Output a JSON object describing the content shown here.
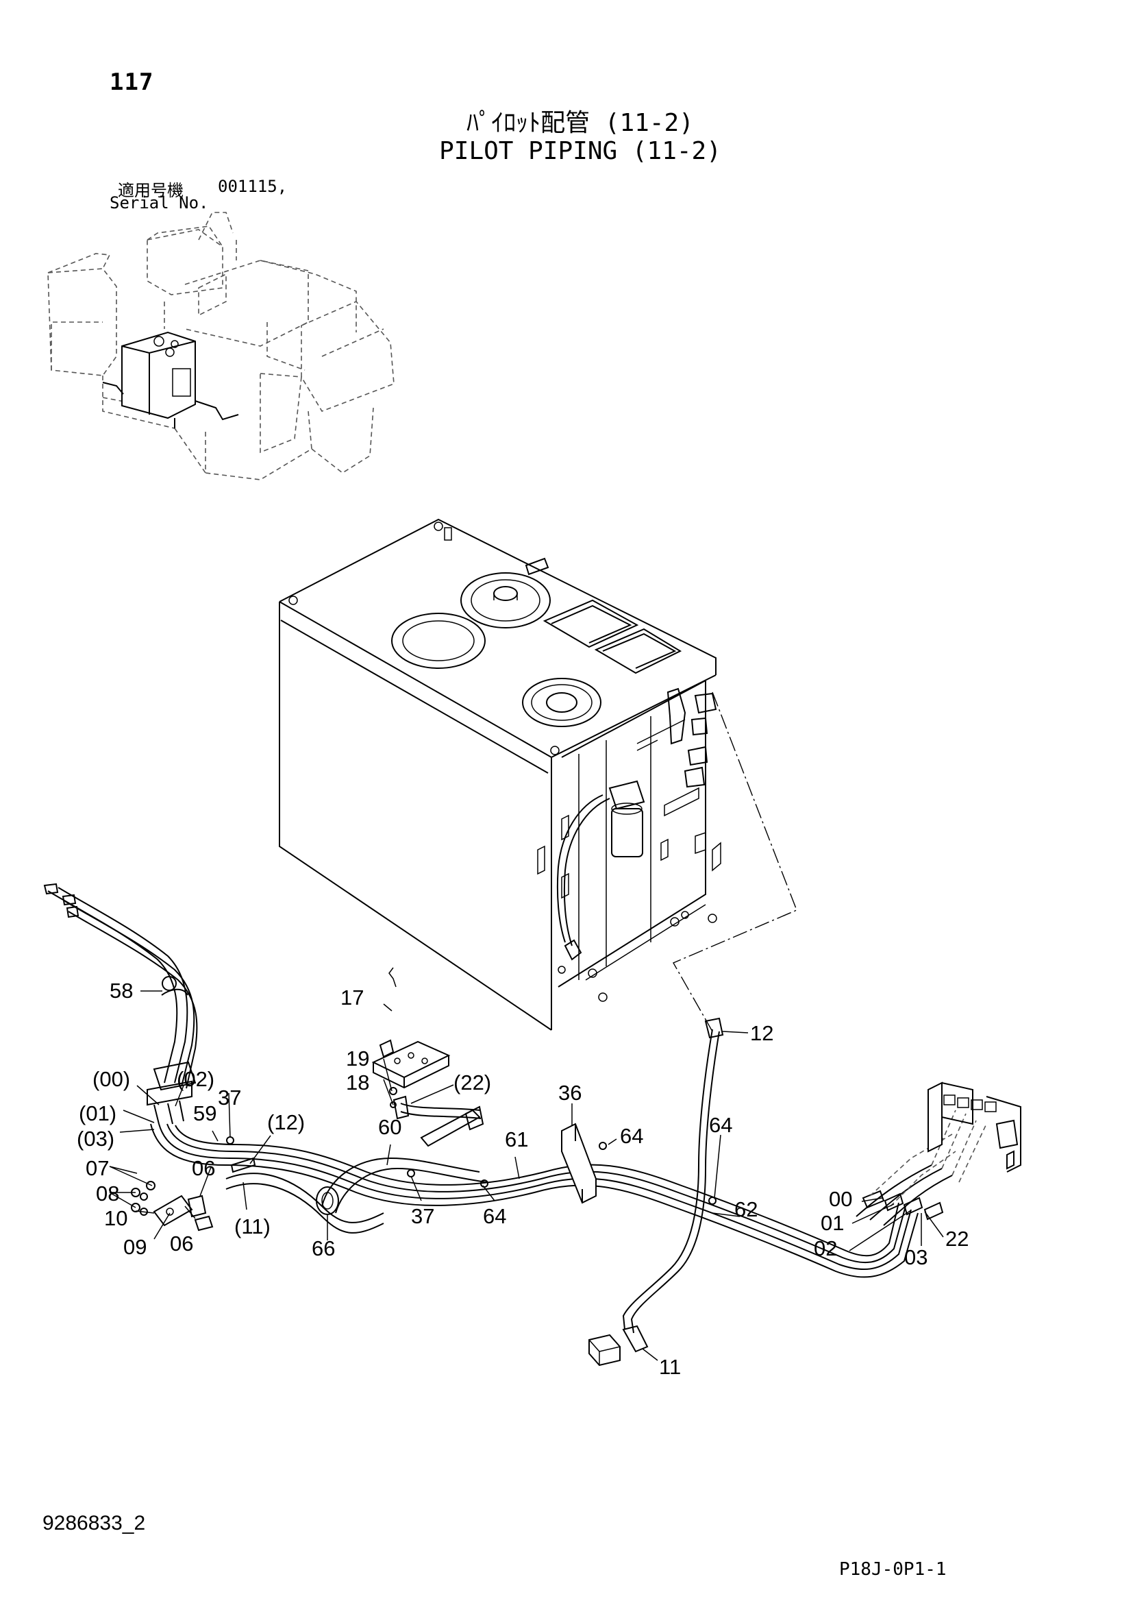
{
  "header": {
    "page_number": "117",
    "title_jp": "ﾊﾟｲﾛｯﾄ配管 (11-2)",
    "title_en": "PILOT PIPING (11-2)",
    "serial_label_jp": "適用号機",
    "serial_value": "001115,",
    "serial_label_en": "Serial No."
  },
  "callouts": {
    "c58": "58",
    "c17": "17",
    "c19": "19",
    "c18": "18",
    "c22p": "(22)",
    "c00p": "(00)",
    "c02p": "(02)",
    "c37a": "37",
    "c01p": "(01)",
    "c59": "59",
    "c12p": "(12)",
    "c03p": "(03)",
    "c60": "60",
    "c36": "36",
    "c61": "61",
    "c64a": "64",
    "c07": "07",
    "c06a": "06",
    "c08": "08",
    "c37b": "37",
    "c64b": "64",
    "c10": "10",
    "c11p": "(11)",
    "c09": "09",
    "c06b": "06",
    "c66": "66",
    "c12": "12",
    "c64c": "64",
    "c62": "62",
    "c00": "00",
    "c01": "01",
    "c02": "02",
    "c03": "03",
    "c22": "22",
    "c11": "11"
  },
  "footer": {
    "doc_code": "9286833_2",
    "sheet_code": "P18J-0P1-1"
  }
}
